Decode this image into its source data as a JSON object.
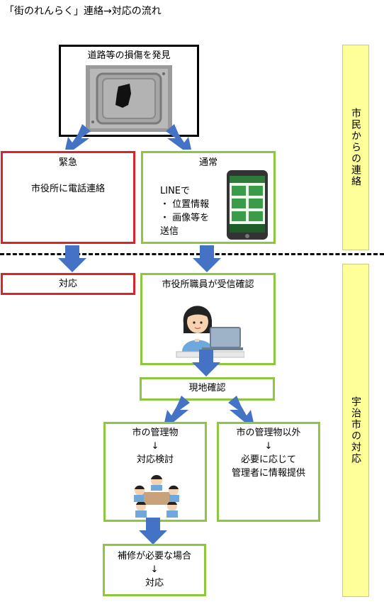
{
  "title": "「街のれんらく」連絡→対応の流れ",
  "sections": {
    "citizen": "市民からの連絡",
    "city": "宇治市の対応"
  },
  "discovery": {
    "label": "道路等の損傷を発見"
  },
  "emergency": {
    "heading": "緊急",
    "body": "市役所に電話連絡"
  },
  "normal": {
    "heading": "通常",
    "body": "LINEで\n・ 位置情報\n・ 画像等を\n送信"
  },
  "response_emergency": {
    "label": "対応"
  },
  "staff": {
    "label": "市役所職員が受信確認"
  },
  "site": {
    "label": "現地確認"
  },
  "managed": {
    "body": "市の管理物\n↓\n対応検討"
  },
  "other": {
    "body": "市の管理物以外\n↓\n必要に応じて\n管理者に情報提供"
  },
  "repair": {
    "body": "補修が必要な場合\n↓\n対応"
  },
  "colors": {
    "arrow": "#4472c4",
    "green_border": "#8dc63f",
    "red_border": "#d9232d",
    "side_fill": "#ffff99"
  }
}
